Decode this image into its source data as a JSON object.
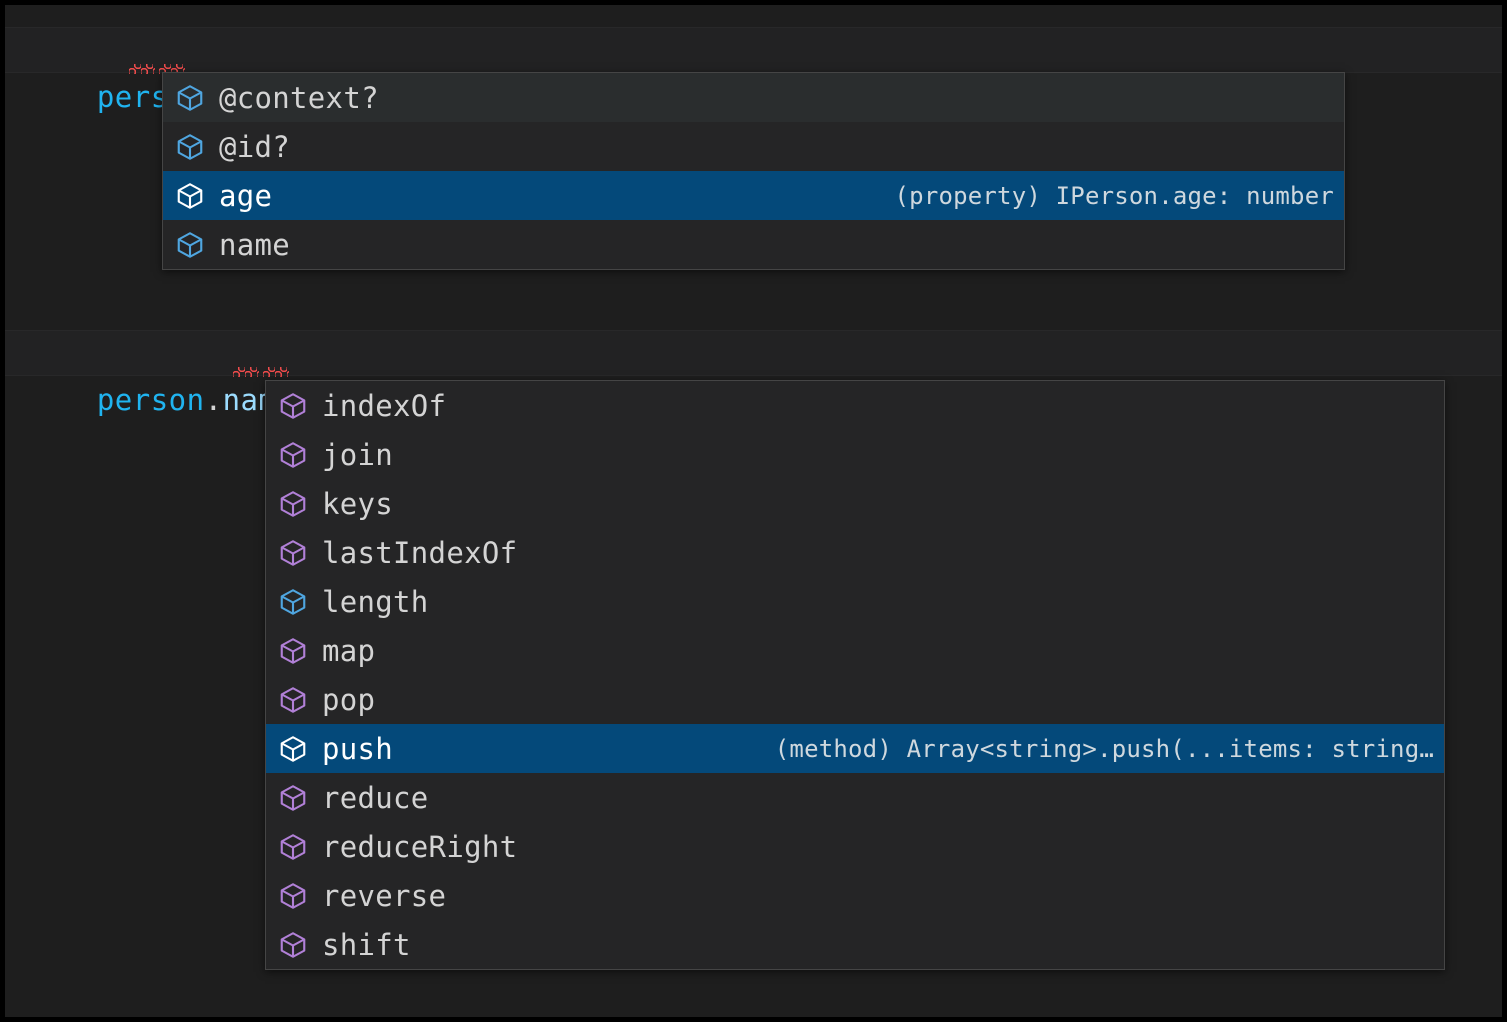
{
  "editor": {
    "background_color": "#1e1e1e",
    "lines": [
      {
        "name": "line-person-dot",
        "segments": [
          {
            "text": "person",
            "kind": "variable"
          },
          {
            "text": ".",
            "kind": "punct"
          },
          {
            "text": ";",
            "kind": "punct"
          }
        ],
        "plain": "person.;"
      },
      {
        "name": "line-person-name-dot",
        "segments": [
          {
            "text": "person",
            "kind": "variable"
          },
          {
            "text": ".",
            "kind": "punct"
          },
          {
            "text": "name",
            "kind": "property"
          },
          {
            "text": ".",
            "kind": "punct"
          },
          {
            "text": ";",
            "kind": "punct"
          }
        ],
        "plain": "person.name.;"
      }
    ]
  },
  "colors": {
    "selection_blue": "#04497a",
    "hover_gray": "#2a2d2e",
    "widget_background": "#252526",
    "widget_border": "#454545",
    "property_icon": "#4fa6e0",
    "method_icon": "#b180d7",
    "error_squiggle": "#f14c4c",
    "variable_token": "#20b4f0",
    "property_token": "#9cdcfe",
    "punctuation_token": "#d4d4d4"
  },
  "suggest_widget_1": {
    "name": "suggest-widget-person",
    "items": [
      {
        "label": "@context?",
        "icon": "property-cube-icon",
        "icon_kind": "property",
        "detail": "",
        "state": "hovered"
      },
      {
        "label": "@id?",
        "icon": "property-cube-icon",
        "icon_kind": "property",
        "detail": "",
        "state": "normal"
      },
      {
        "label": "age",
        "icon": "property-cube-icon",
        "icon_kind": "property",
        "detail": "(property) IPerson.age: number",
        "state": "focused"
      },
      {
        "label": "name",
        "icon": "property-cube-icon",
        "icon_kind": "property",
        "detail": "",
        "state": "normal"
      }
    ]
  },
  "suggest_widget_2": {
    "name": "suggest-widget-person-name",
    "items": [
      {
        "label": "indexOf",
        "icon": "method-cube-icon",
        "icon_kind": "method",
        "detail": "",
        "state": "normal"
      },
      {
        "label": "join",
        "icon": "method-cube-icon",
        "icon_kind": "method",
        "detail": "",
        "state": "normal"
      },
      {
        "label": "keys",
        "icon": "method-cube-icon",
        "icon_kind": "method",
        "detail": "",
        "state": "normal"
      },
      {
        "label": "lastIndexOf",
        "icon": "method-cube-icon",
        "icon_kind": "method",
        "detail": "",
        "state": "normal"
      },
      {
        "label": "length",
        "icon": "property-cube-icon",
        "icon_kind": "property",
        "detail": "",
        "state": "normal"
      },
      {
        "label": "map",
        "icon": "method-cube-icon",
        "icon_kind": "method",
        "detail": "",
        "state": "normal"
      },
      {
        "label": "pop",
        "icon": "method-cube-icon",
        "icon_kind": "method",
        "detail": "",
        "state": "normal"
      },
      {
        "label": "push",
        "icon": "method-cube-icon",
        "icon_kind": "method",
        "detail": "(method) Array<string>.push(...items: string…",
        "state": "focused"
      },
      {
        "label": "reduce",
        "icon": "method-cube-icon",
        "icon_kind": "method",
        "detail": "",
        "state": "normal"
      },
      {
        "label": "reduceRight",
        "icon": "method-cube-icon",
        "icon_kind": "method",
        "detail": "",
        "state": "normal"
      },
      {
        "label": "reverse",
        "icon": "method-cube-icon",
        "icon_kind": "method",
        "detail": "",
        "state": "normal"
      },
      {
        "label": "shift",
        "icon": "method-cube-icon",
        "icon_kind": "method",
        "detail": "",
        "state": "normal"
      }
    ]
  }
}
